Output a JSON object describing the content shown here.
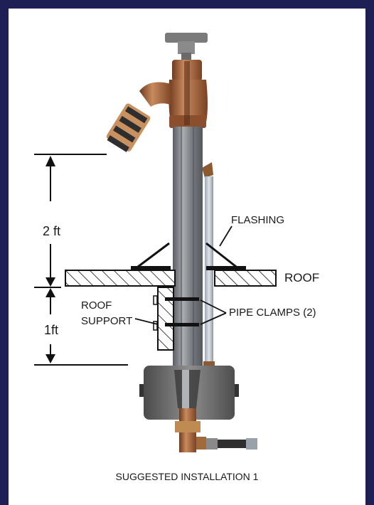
{
  "labels": {
    "flashing": "FLASHING",
    "roof": "ROOF",
    "roof_support_line1": "ROOF",
    "roof_support_line2": "SUPPORT",
    "pipe_clamps": "PIPE CLAMPS (2)",
    "dim_upper": "2 ft",
    "dim_lower": "1ft",
    "caption": "SUGGESTED INSTALLATION 1"
  },
  "colors": {
    "border": "#1d1f55",
    "background": "#ffffff",
    "brass": "#9a5a35",
    "pipe": "#8c8f94",
    "housing": "#6e6e6e",
    "ink": "#111111"
  }
}
